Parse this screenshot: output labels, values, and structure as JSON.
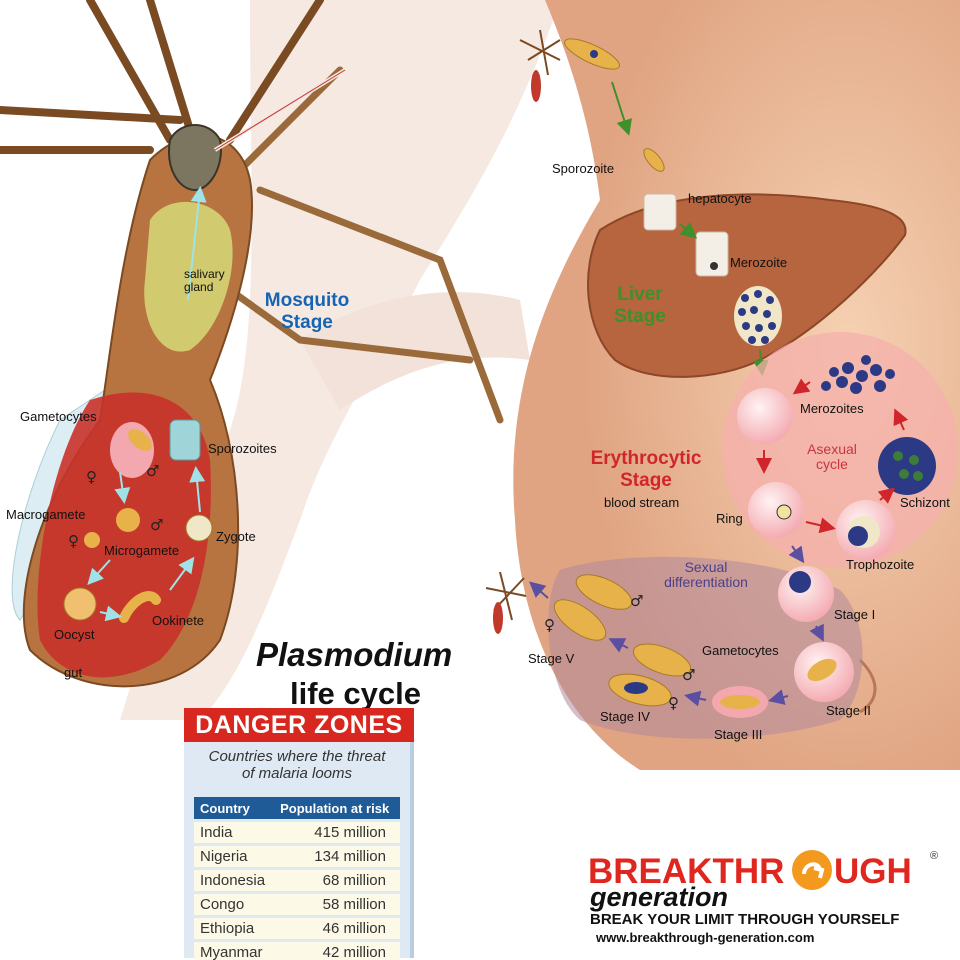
{
  "title": {
    "line1": "Plasmodium",
    "line2": "life cycle"
  },
  "mosquito_stage": {
    "title": "Mosquito\nStage",
    "labels": {
      "salivary_gland": "salivary\ngland",
      "gametocytes": "Gametocytes",
      "sporozoites": "Sporozoites",
      "macrogamete": "Macrogamete",
      "microgamete": "Microgamete",
      "zygote": "Zygote",
      "oocyst": "Oocyst",
      "ookinete": "Ookinete",
      "gut": "gut"
    }
  },
  "liver_stage": {
    "title": "Liver\nStage",
    "labels": {
      "sporozoite": "Sporozoite",
      "hepatocyte": "hepatocyte",
      "merozoite": "Merozoite"
    }
  },
  "erythrocytic_stage": {
    "title": "Erythrocytic\nStage",
    "subtitle": "blood stream",
    "asexual_cycle": "Asexual\ncycle",
    "labels": {
      "merozoites": "Merozoites",
      "ring": "Ring",
      "trophozoite": "Trophozoite",
      "schizont": "Schizont"
    }
  },
  "sexual_differentiation": {
    "title": "Sexual\ndifferentiation",
    "labels": {
      "stage_1": "Stage I",
      "stage_2": "Stage II",
      "stage_3": "Stage III",
      "stage_4": "Stage IV",
      "stage_5": "Stage V",
      "gametocytes": "Gametocytes"
    }
  },
  "symbols": {
    "female": "♀",
    "male": "♂"
  },
  "danger_zones": {
    "header": "DANGER ZONES",
    "subtitle": "Countries where the threat\nof malaria looms",
    "columns": [
      "Country",
      "Population at risk"
    ],
    "rows": [
      {
        "country": "India",
        "population": "415 million"
      },
      {
        "country": "Nigeria",
        "population": "134 million"
      },
      {
        "country": "Indonesia",
        "population": "68 million"
      },
      {
        "country": "Congo",
        "population": "58 million"
      },
      {
        "country": "Ethiopia",
        "population": "46 million"
      },
      {
        "country": "Myanmar",
        "population": "42 million"
      }
    ]
  },
  "logo": {
    "brand_a": "BREAKTHR",
    "brand_b": "UGH",
    "registered": "®",
    "word2": "generation",
    "tagline": "BREAK YOUR LIMIT THROUGH YOURSELF",
    "url": "www.breakthrough-generation.com"
  },
  "colors": {
    "mosquito_title": "#1565b4",
    "liver_title": "#3f8f2b",
    "erythrocytic_title": "#d0262b",
    "asexual_cycle": "#c9353f",
    "sexual_diff": "#4a3f8a",
    "danger_red": "#d7271f",
    "table_header": "#1f5b97",
    "logo_red": "#e0271f",
    "logo_orange": "#f39a1e"
  }
}
